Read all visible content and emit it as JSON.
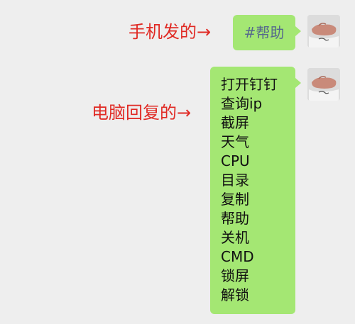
{
  "annotations": {
    "phone_sent": "手机发的→",
    "pc_reply": "电脑回复的→"
  },
  "messages": {
    "sent": {
      "text": "#帮助"
    },
    "reply": {
      "lines": [
        "打开钉钉",
        "查询ip",
        "截屏",
        "天气",
        "CPU",
        "目录",
        "复制",
        "帮助",
        "关机",
        "CMD",
        "锁屏",
        "解锁"
      ]
    }
  },
  "colors": {
    "background": "#eeeeee",
    "bubble": "#a4e773",
    "annotation": "#e02a24",
    "hashtag": "#566a8c"
  },
  "icons": {
    "avatar": "fist-photo-avatar"
  }
}
